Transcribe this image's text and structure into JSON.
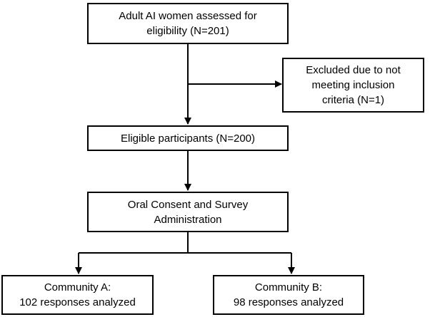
{
  "boxes": {
    "assessed": [
      "Adult AI women assessed for",
      "eligibility (N=201)"
    ],
    "excluded": [
      "Excluded due to not",
      "meeting inclusion",
      "criteria (N=1)"
    ],
    "eligible": [
      "Eligible participants (N=200)"
    ],
    "consent": [
      "Oral Consent and Survey",
      "Administration"
    ],
    "community_a": [
      "Community A:",
      "102 responses analyzed"
    ],
    "community_b": [
      "Community B:",
      "98 responses analyzed"
    ]
  }
}
